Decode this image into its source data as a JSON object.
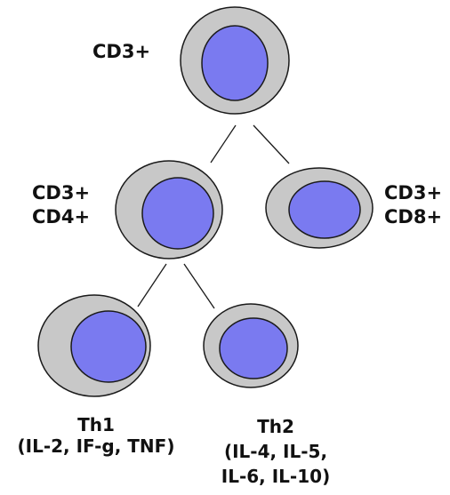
{
  "colors": {
    "cytoplasm": "#c8c8c8",
    "nucleus": "#7a7af0",
    "outline": "#1a1a1a"
  },
  "root": {
    "line1": "CD3+"
  },
  "cd4": {
    "line1": "CD3+",
    "line2": "CD4+"
  },
  "cd8": {
    "line1": "CD3+",
    "line2": "CD8+"
  },
  "th1": {
    "line1": "Th1",
    "line2": "(IL-2, IF-g, TNF)"
  },
  "th2": {
    "line1": "Th2",
    "line2": "(IL-4, IL-5,",
    "line3": "IL-6, IL-10)"
  }
}
